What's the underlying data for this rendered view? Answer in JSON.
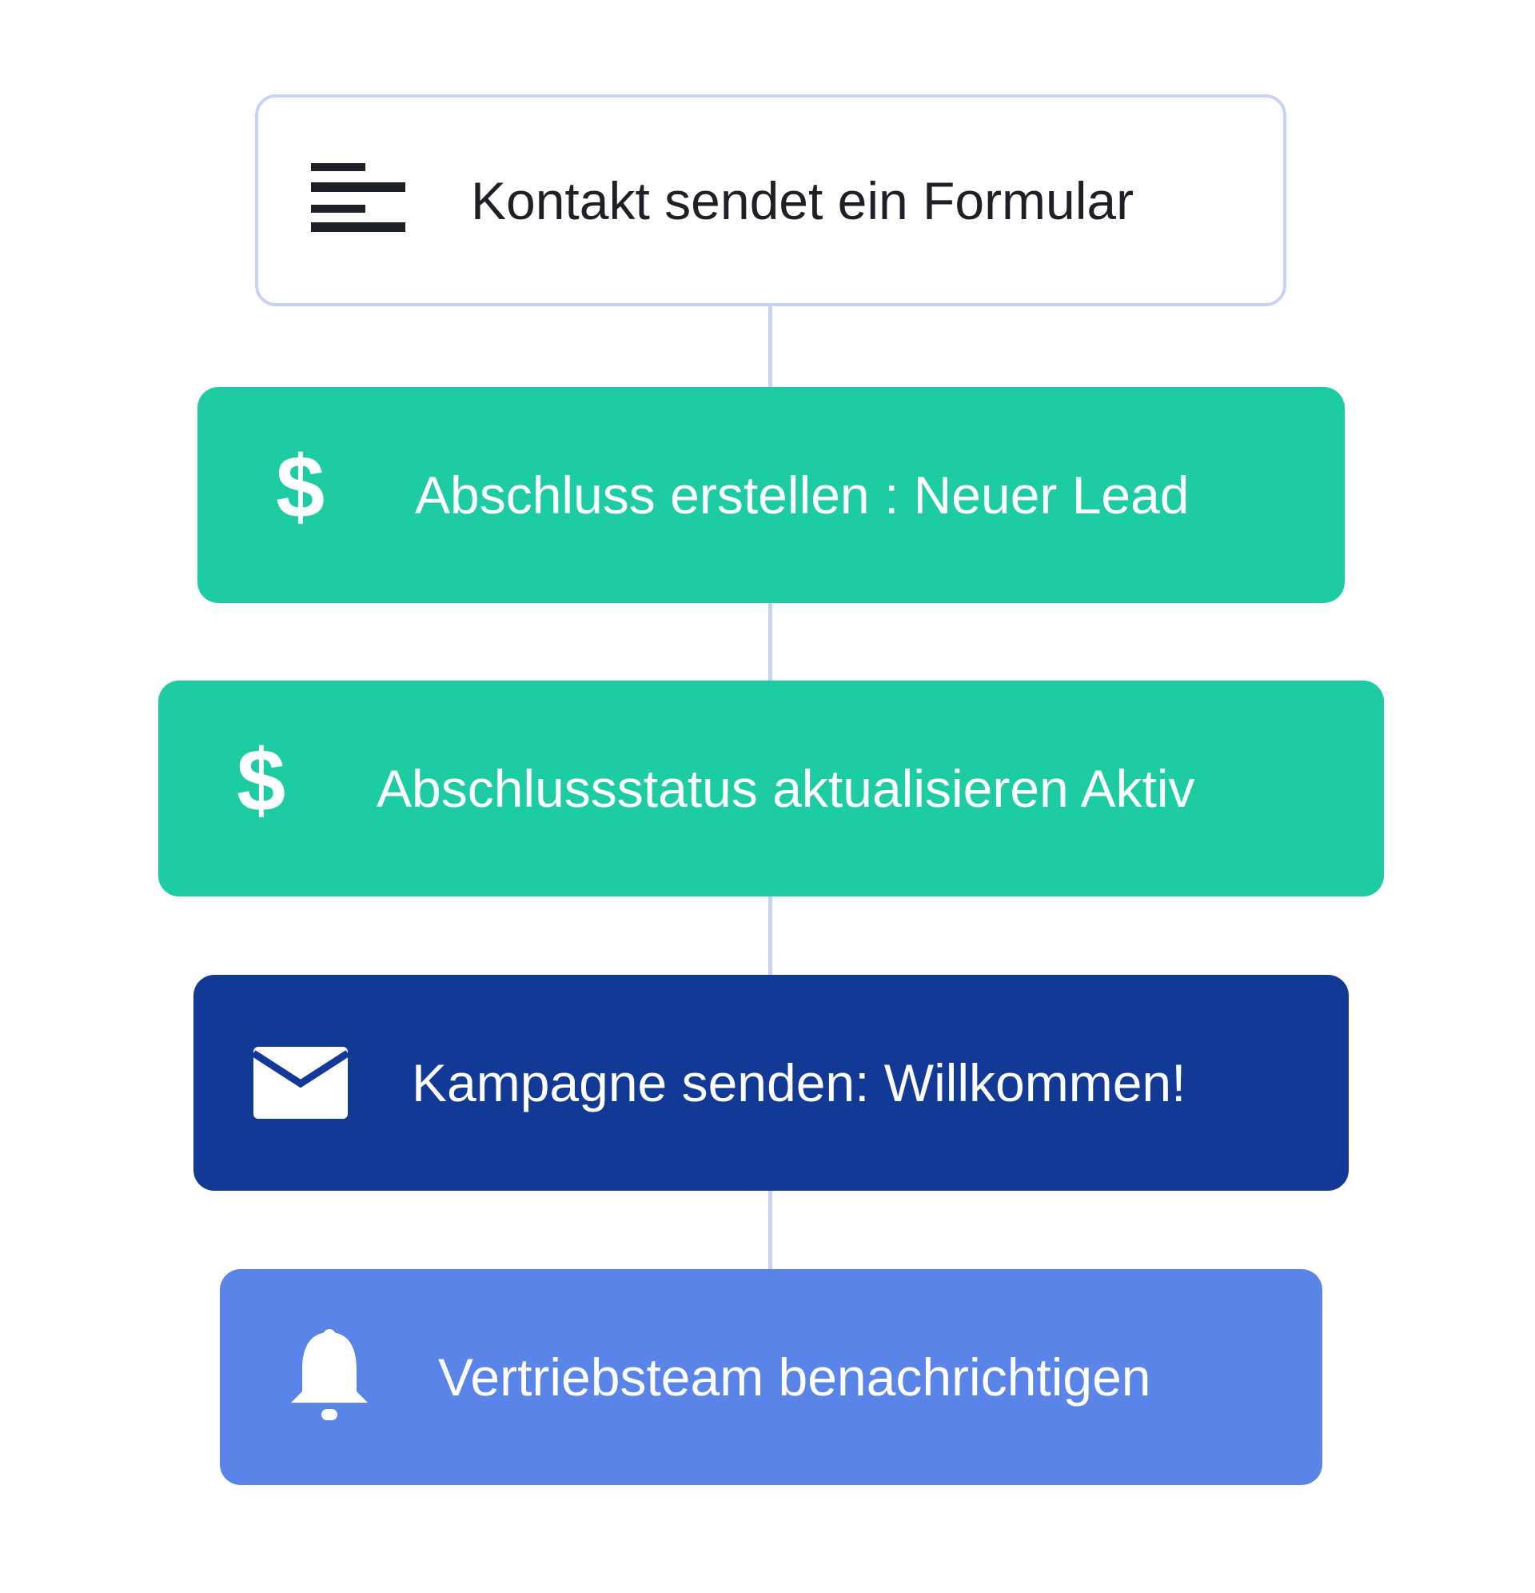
{
  "flow": {
    "trigger": {
      "label": "Kontakt sendet ein Formular",
      "icon": "form-lines-icon"
    },
    "steps": [
      {
        "label": "Abschluss erstellen : Neuer Lead",
        "icon": "dollar-icon",
        "color": "#1ecca4"
      },
      {
        "label": "Abschlussstatus aktualisieren Aktiv",
        "icon": "dollar-icon",
        "color": "#1ecca4"
      },
      {
        "label": "Kampagne senden: Willkommen!",
        "icon": "envelope-icon",
        "color": "#123996"
      },
      {
        "label": "Vertriebsteam benachrichtigen",
        "icon": "bell-icon",
        "color": "#5b84e8"
      }
    ],
    "connector_color": "#c6d3f7"
  }
}
